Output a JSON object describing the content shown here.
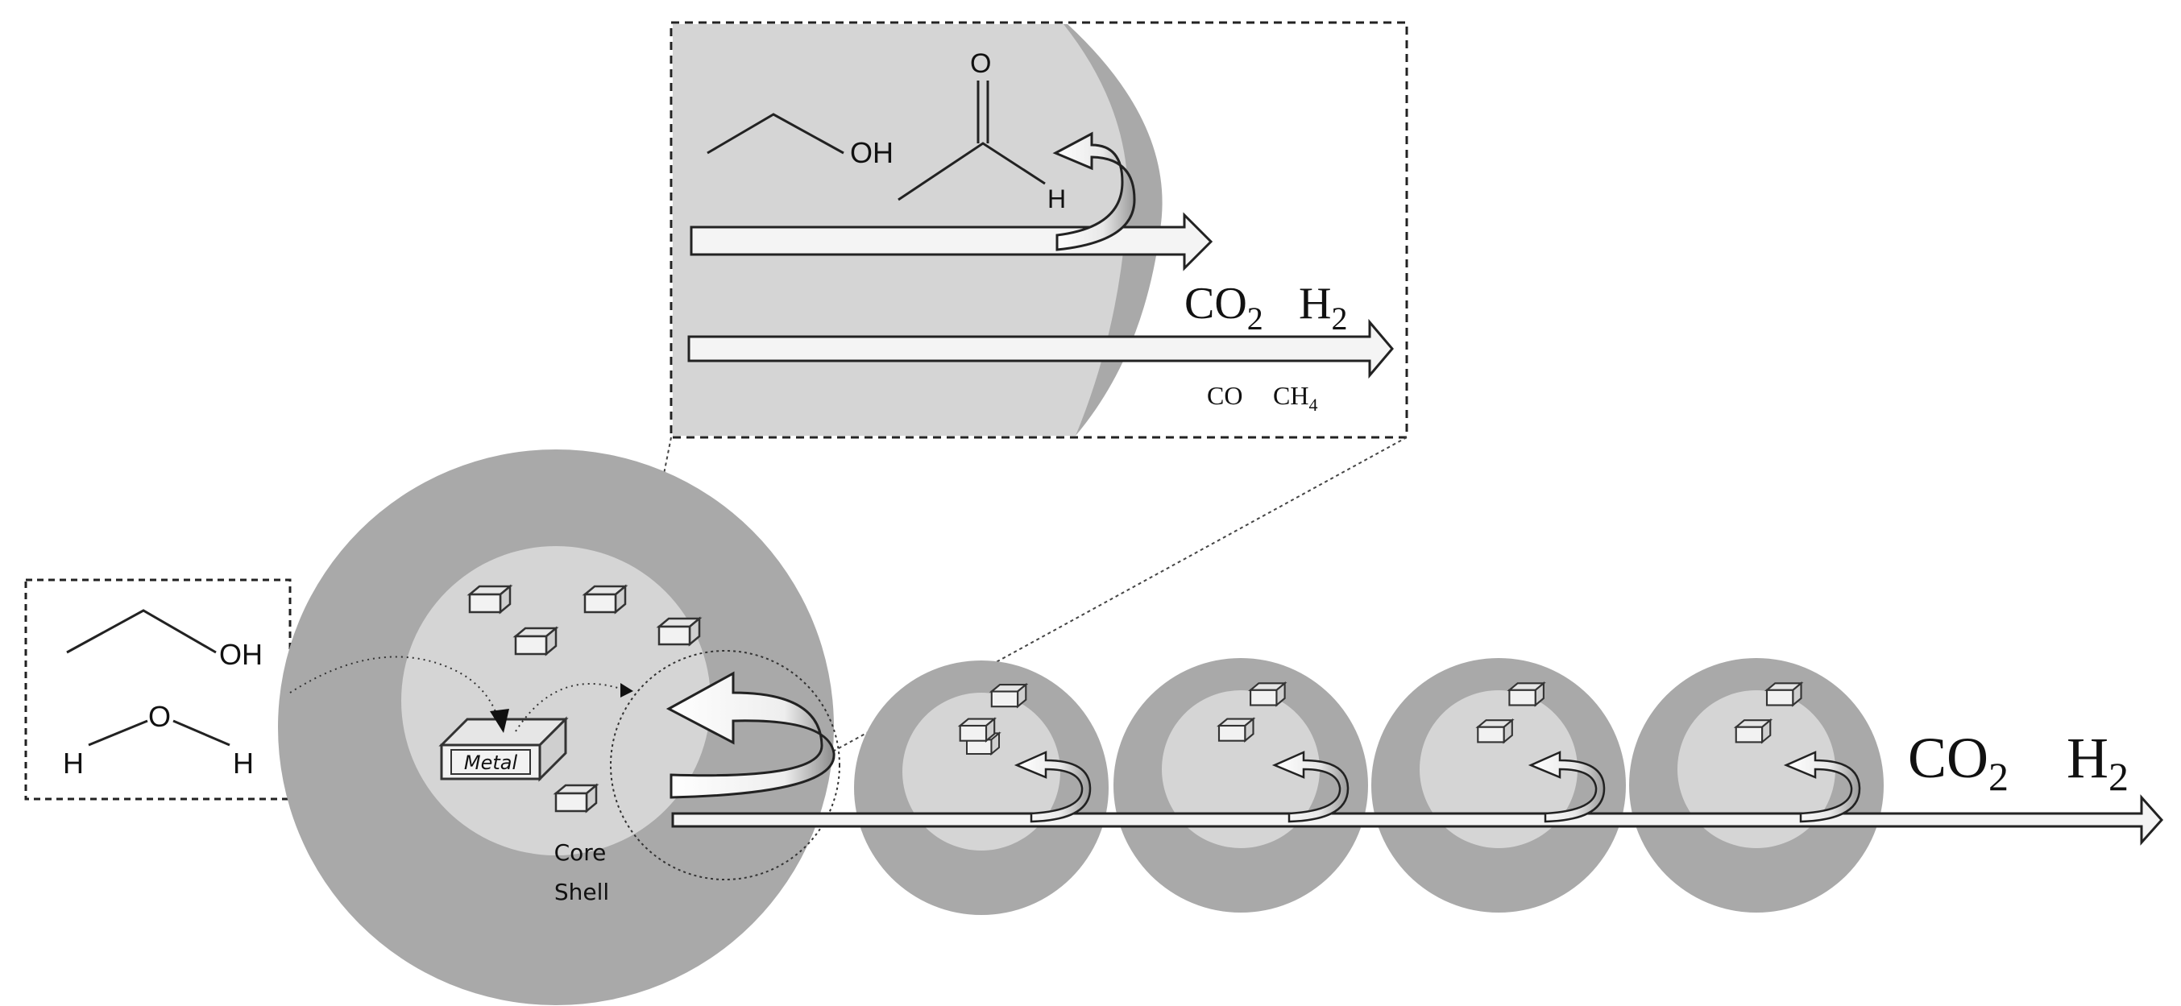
{
  "inset_molecules": {
    "ethanol_oh": "OH",
    "acetaldehyde_o": "O",
    "acetaldehyde_h": "H"
  },
  "inset_products": {
    "main": [
      "CO",
      "H"
    ],
    "main_sub": "2",
    "minor_co": "CO",
    "minor_ch": "CH",
    "minor_ch_sub": "4"
  },
  "reactants": {
    "ethanol_oh": "OH",
    "water_o": "O",
    "water_h_left": "H",
    "water_h_right": "H"
  },
  "catalyst": {
    "metal_label": "Metal",
    "core_label": "Core",
    "shell_label": "Shell"
  },
  "outlet_products": {
    "co2": "CO",
    "co2_sub": "2",
    "h2": "H",
    "h2_sub": "2"
  },
  "colors": {
    "shell": "#a9a9a9",
    "core": "#d5d5d5",
    "arrow_fill": "#f4f4f4",
    "stroke": "#222222"
  }
}
